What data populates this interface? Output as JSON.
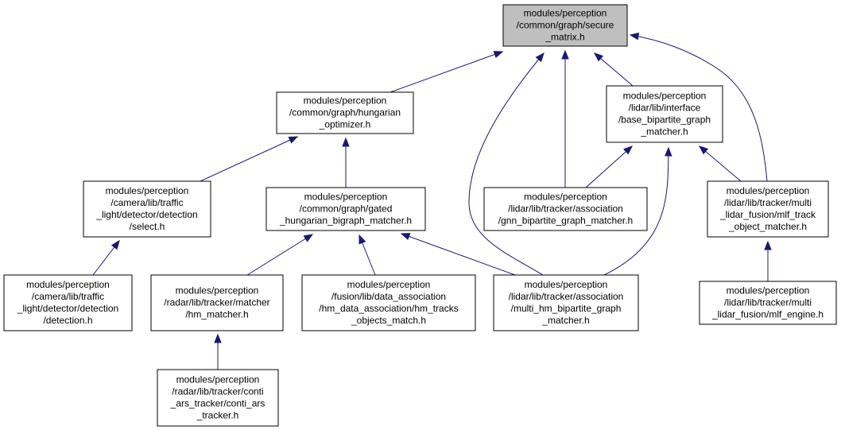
{
  "colors": {
    "edge": "#191970",
    "root_fill": "#bfbfbf",
    "node_fill": "#ffffff",
    "node_border": "#000000"
  },
  "nodes": [
    {
      "id": "secure_matrix",
      "lines": [
        "modules/perception",
        "/common/graph/secure",
        "_matrix.h"
      ]
    },
    {
      "id": "hungarian_optimizer",
      "lines": [
        "modules/perception",
        "/common/graph/hungarian",
        "_optimizer.h"
      ]
    },
    {
      "id": "base_bipartite",
      "lines": [
        "modules/perception",
        "/lidar/lib/interface",
        "/base_bipartite_graph",
        "_matcher.h"
      ]
    },
    {
      "id": "select",
      "lines": [
        "modules/perception",
        "/camera/lib/traffic",
        "_light/detector/detection",
        "/select.h"
      ]
    },
    {
      "id": "gated_hungarian",
      "lines": [
        "modules/perception",
        "/common/graph/gated",
        "_hungarian_bigraph_matcher.h"
      ]
    },
    {
      "id": "gnn_bipartite",
      "lines": [
        "modules/perception",
        "/lidar/lib/tracker/association",
        "/gnn_bipartite_graph_matcher.h"
      ]
    },
    {
      "id": "mlf_track",
      "lines": [
        "modules/perception",
        "/lidar/lib/tracker/multi",
        "_lidar_fusion/mlf_track",
        "_object_matcher.h"
      ]
    },
    {
      "id": "detection",
      "lines": [
        "modules/perception",
        "/camera/lib/traffic",
        "_light/detector/detection",
        "/detection.h"
      ]
    },
    {
      "id": "hm_matcher",
      "lines": [
        "modules/perception",
        "/radar/lib/tracker/matcher",
        "/hm_matcher.h"
      ]
    },
    {
      "id": "hm_tracks",
      "lines": [
        "modules/perception",
        "/fusion/lib/data_association",
        "/hm_data_association/hm_tracks",
        "_objects_match.h"
      ]
    },
    {
      "id": "multi_hm",
      "lines": [
        "modules/perception",
        "/lidar/lib/tracker/association",
        "/multi_hm_bipartite_graph",
        "_matcher.h"
      ]
    },
    {
      "id": "mlf_engine",
      "lines": [
        "modules/perception",
        "/lidar/lib/tracker/multi",
        "_lidar_fusion/mlf_engine.h"
      ]
    },
    {
      "id": "conti_ars",
      "lines": [
        "modules/perception",
        "/radar/lib/tracker/conti",
        "_ars_tracker/conti_ars",
        "_tracker.h"
      ]
    }
  ],
  "edges": [
    {
      "from": "hungarian_optimizer",
      "to": "secure_matrix"
    },
    {
      "from": "multi_hm",
      "to": "secure_matrix"
    },
    {
      "from": "gnn_bipartite",
      "to": "secure_matrix"
    },
    {
      "from": "base_bipartite",
      "to": "secure_matrix"
    },
    {
      "from": "mlf_track",
      "to": "secure_matrix"
    },
    {
      "from": "select",
      "to": "hungarian_optimizer"
    },
    {
      "from": "gated_hungarian",
      "to": "hungarian_optimizer"
    },
    {
      "from": "gnn_bipartite",
      "to": "base_bipartite"
    },
    {
      "from": "multi_hm",
      "to": "base_bipartite"
    },
    {
      "from": "mlf_track",
      "to": "base_bipartite"
    },
    {
      "from": "detection",
      "to": "select"
    },
    {
      "from": "hm_matcher",
      "to": "gated_hungarian"
    },
    {
      "from": "hm_tracks",
      "to": "gated_hungarian"
    },
    {
      "from": "multi_hm",
      "to": "gated_hungarian"
    },
    {
      "from": "mlf_engine",
      "to": "mlf_track"
    },
    {
      "from": "conti_ars",
      "to": "hm_matcher"
    }
  ]
}
